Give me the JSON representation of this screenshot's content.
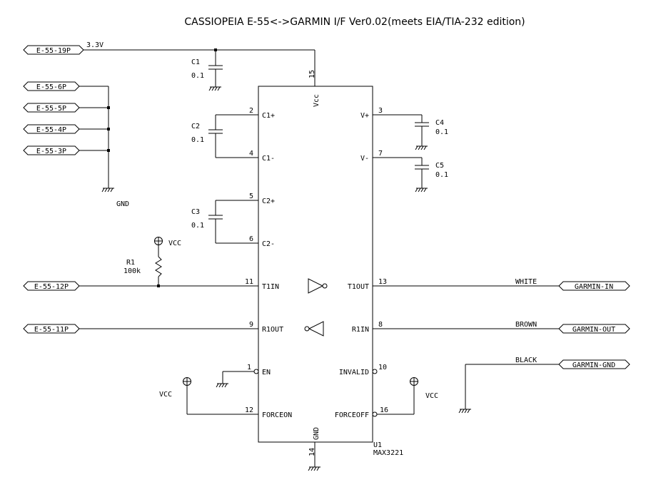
{
  "title": "CASSIOPEIA E-55<->GARMIN I/F Ver0.02(meets EIA/TIA-232 edition)",
  "nets": {
    "v33": "3.3V",
    "gnd": "GND",
    "vcc": "VCC",
    "white": "WHITE",
    "brown": "BROWN",
    "black": "BLACK"
  },
  "ports_left": {
    "p19": "E-55-19P",
    "p6": "E-55-6P",
    "p5": "E-55-5P",
    "p4": "E-55-4P",
    "p3": "E-55-3P",
    "p12": "E-55-12P",
    "p11": "E-55-11P"
  },
  "ports_right": {
    "gin": "GARMIN-IN",
    "gout": "GARMIN-OUT",
    "ggnd": "GARMIN-GND"
  },
  "caps": {
    "c1": {
      "ref": "C1",
      "val": "0.1"
    },
    "c2": {
      "ref": "C2",
      "val": "0.1"
    },
    "c3": {
      "ref": "C3",
      "val": "0.1"
    },
    "c4": {
      "ref": "C4",
      "val": "0.1"
    },
    "c5": {
      "ref": "C5",
      "val": "0.1"
    }
  },
  "r1": {
    "ref": "R1",
    "val": "100k"
  },
  "ic": {
    "ref": "U1",
    "part": "MAX3221",
    "vcc": "Vcc",
    "gnd": "GND",
    "pins": {
      "c1p": {
        "name": "C1+",
        "num": "2"
      },
      "c1m": {
        "name": "C1-",
        "num": "4"
      },
      "c2p": {
        "name": "C2+",
        "num": "5"
      },
      "c2m": {
        "name": "C2-",
        "num": "6"
      },
      "t1in": {
        "name": "T1IN",
        "num": "11"
      },
      "r1out": {
        "name": "R1OUT",
        "num": "9"
      },
      "en": {
        "name": "EN",
        "num": "1"
      },
      "forceon": {
        "name": "FORCEON",
        "num": "12"
      },
      "vp": {
        "name": "V+",
        "num": "3"
      },
      "vm": {
        "name": "V-",
        "num": "7"
      },
      "t1out": {
        "name": "T1OUT",
        "num": "13"
      },
      "r1in": {
        "name": "R1IN",
        "num": "8"
      },
      "invalid": {
        "name": "INVALID",
        "num": "10"
      },
      "forceoff": {
        "name": "FORCEOFF",
        "num": "16"
      },
      "vccnum": {
        "num": "15"
      },
      "gndnum": {
        "num": "14"
      }
    }
  }
}
